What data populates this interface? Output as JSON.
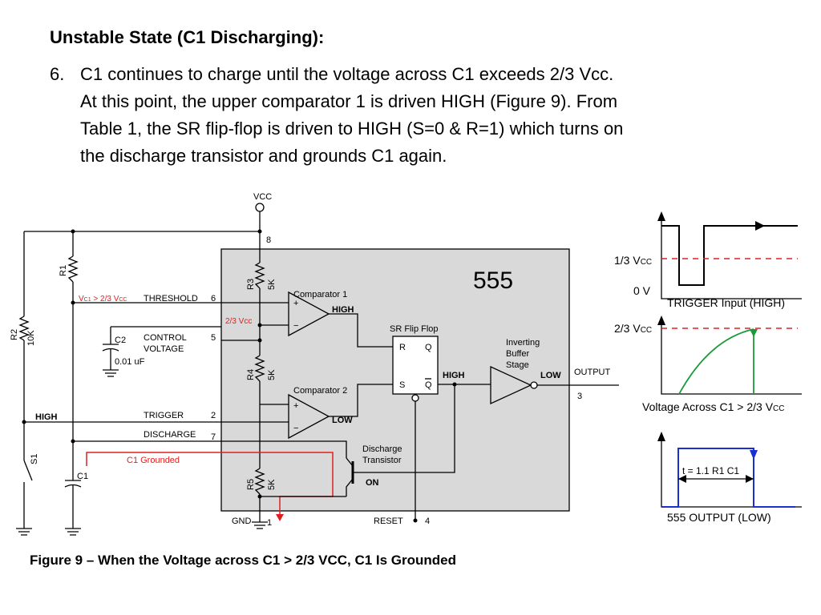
{
  "heading": "Unstable State (C1 Discharging):",
  "step": {
    "number": "6.",
    "lines": [
      "C1 continues to charge until the voltage across C1 exceeds 2/3 Vcc.",
      "At this point, the upper comparator 1 is driven HIGH (Figure 9). From",
      "Table 1, the SR flip-flop is driven to HIGH (S=0 & R=1) which turns on",
      "the discharge transistor and grounds C1 again."
    ]
  },
  "circuit": {
    "vcc": "VCC",
    "chip": "555",
    "pins": {
      "p8": "8",
      "p6": "6",
      "p5": "5",
      "p2": "2",
      "p7": "7",
      "p1": "1",
      "p4": "4",
      "p3": "3"
    },
    "pin_labels": {
      "threshold": "THRESHOLD",
      "control1": "CONTROL",
      "control2": "VOLTAGE",
      "trigger": "TRIGGER",
      "discharge": "DISCHARGE",
      "gnd": "GND",
      "reset": "RESET",
      "output": "OUTPUT"
    },
    "resistors": {
      "r1": "R1",
      "r2": "R2",
      "r2_val": "10K",
      "r3": "R3",
      "r4": "R4",
      "r5": "R5",
      "r_val": "5K"
    },
    "caps": {
      "c1": "C1",
      "c2": "C2",
      "c2_val": "0.01 uF"
    },
    "switch": "S1",
    "cond_prefix": "V",
    "cond_sub": "C1",
    "cond_mid": " > 2/3 V",
    "cond_sub2": "CC",
    "ref_23": "2/3 Vcc",
    "comp1": "Comparator 1",
    "comp2": "Comparator 2",
    "high": "HIGH",
    "low": "LOW",
    "plus": "+",
    "minus": "−",
    "flipflop": "SR Flip Flop",
    "ff_r": "R",
    "ff_q": "Q",
    "ff_s": "S",
    "ff_qbar": "Q",
    "buffer1": "Inverting",
    "buffer2": "Buffer",
    "buffer3": "Stage",
    "discharge_t1": "Discharge",
    "discharge_t2": "Transistor",
    "on": "ON",
    "c1_grounded": "C1 Grounded"
  },
  "waveforms": {
    "trigger": {
      "level_label": "1/3 V",
      "level_sub": "CC",
      "zero": "0 V",
      "caption": "TRIGGER Input (HIGH)"
    },
    "cap": {
      "level_label": "2/3 V",
      "level_sub": "CC",
      "caption_main": "Voltage Across C1 > 2/3 V",
      "caption_sub": "CC"
    },
    "output": {
      "t_label": "t = 1.1 R1 C1",
      "caption": "555 OUTPUT (LOW)"
    },
    "colors": {
      "dash": "#e02020",
      "cap_curve": "#1a9a3a",
      "output_pulse": "#1a2fd0",
      "red_path": "#e02020"
    }
  },
  "caption": "Figure 9 – When the Voltage across C1 > 2/3 VCC, C1 Is Grounded"
}
